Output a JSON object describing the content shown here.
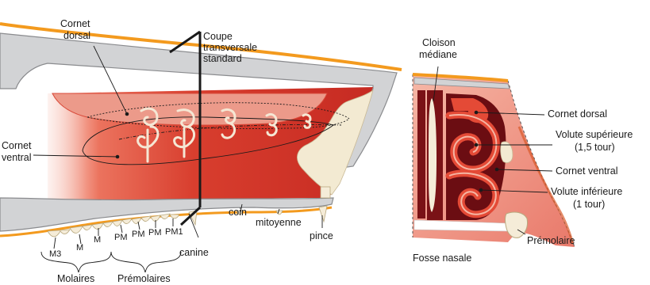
{
  "left_view": {
    "labels": {
      "cornet_dorsal_line1": "Cornet",
      "cornet_dorsal_line2": "dorsal",
      "cornet_ventral_line1": "Cornet",
      "cornet_ventral_line2": "ventral",
      "coupe_line1": "Coupe",
      "coupe_line2": "transversale",
      "coupe_line3": "standard",
      "canine": "canine",
      "coin": "coin",
      "mitoyenne": "mitoyenne",
      "pince": "pince",
      "molaires": "Molaires",
      "premolaires": "Prémolaires"
    },
    "teeth": [
      "M3",
      "M",
      "M",
      "PM",
      "PM",
      "PM",
      "PM1"
    ]
  },
  "right_view": {
    "labels": {
      "cloison_line1": "Cloison",
      "cloison_line2": "médiane",
      "cornet_dorsal": "Cornet dorsal",
      "volute_sup_line1": "Volute supérieure",
      "volute_sup_line2": "(1,5 tour)",
      "cornet_ventral": "Cornet ventral",
      "volute_inf_line1": "Volute inférieure",
      "volute_inf_line2": "(1 tour)",
      "premolaire": "Prémolaire",
      "fosse_nasale": "Fosse nasale"
    }
  },
  "colors": {
    "bone": "#d2d3d5",
    "bone_edge": "#8a8b8e",
    "skin_orange": "#f39a1e",
    "mucosa_red": "#d63a2b",
    "mucosa_light": "#ef8a78",
    "dark_red": "#6b0d12",
    "cream": "#f5ecd8"
  }
}
